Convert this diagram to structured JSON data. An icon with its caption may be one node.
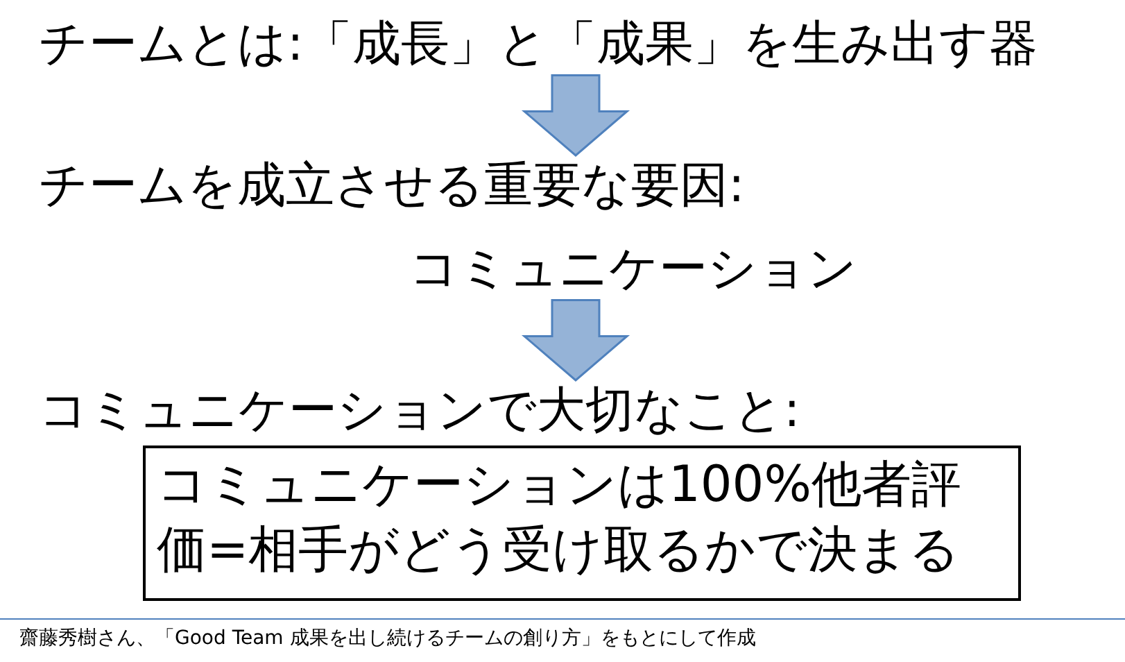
{
  "diagram": {
    "nodes": [
      {
        "text": [
          "チームとは:「成長」と「成果」を生み出す器"
        ]
      },
      {
        "text": [
          "チームを成立させる重要な要因:"
        ]
      },
      {
        "text": [
          "コミュニケーション"
        ]
      },
      {
        "text": [
          "コミュニケーションで大切なこと:"
        ]
      },
      {
        "text": [
          "コミュニケーションは100%他者評価=相手がどう受け取るかで決まる"
        ]
      }
    ],
    "edges": [
      {
        "from": 0,
        "to": 1,
        "arrow": "to"
      },
      {
        "from": 2,
        "to": 3,
        "arrow": "to"
      }
    ],
    "labels": [
      "齋藤秀樹さん、「Good Team 成果を出し続けるチームの創り方」をもとにして作成"
    ]
  }
}
